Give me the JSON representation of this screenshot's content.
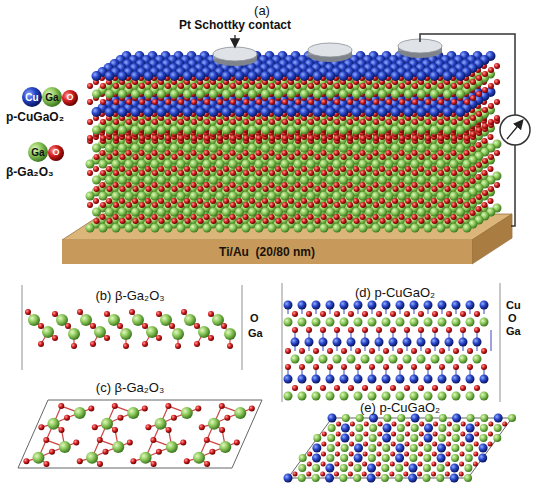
{
  "diagram": {
    "nodes": [
      {
        "text": [
          "Ti/Au  (20/80 nm)"
        ]
      }
    ],
    "labels": [
      "(a)",
      "Pt Schottky contact",
      "Cu",
      "Ga",
      "O",
      "p-CuGaO₂",
      "Ga",
      "O",
      "β-Ga₂O₃",
      "(b) β-Ga₂O₃",
      "O",
      "Ga",
      "(c) β-Ga₂O₃",
      "(d) p-CuGaO₂",
      "Cu",
      "O",
      "Ga",
      "(e) p-CuGaO₂"
    ]
  }
}
